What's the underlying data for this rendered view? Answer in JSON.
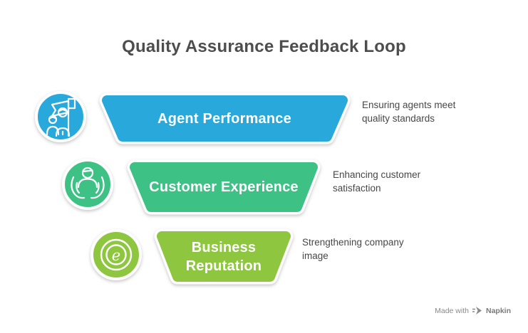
{
  "title": "Quality Assurance Feedback Loop",
  "funnel": {
    "segments": [
      {
        "label": "Agent Performance",
        "description": "Ensuring agents meet quality standards",
        "color": "#29A8DC",
        "icon": "team-flag-icon"
      },
      {
        "label": "Customer Experience",
        "description": "Enhancing customer satisfaction",
        "color": "#3EC185",
        "icon": "customer-care-icon"
      },
      {
        "label": "Business Reputation",
        "description": "Strengthening company image",
        "color": "#8EC63F",
        "icon": "reputation-e-icon"
      }
    ]
  },
  "icons": {
    "reputation_glyph": "e"
  },
  "watermark": {
    "prefix": "Made with",
    "brand": "Napkin"
  },
  "colors": {
    "title_text": "#4D4D4D",
    "description_text": "#474747",
    "label_text": "#FFFFFF",
    "watermark_text": "#8A8A8A",
    "background": "#FFFFFF",
    "border_white": "#FFFFFF"
  }
}
